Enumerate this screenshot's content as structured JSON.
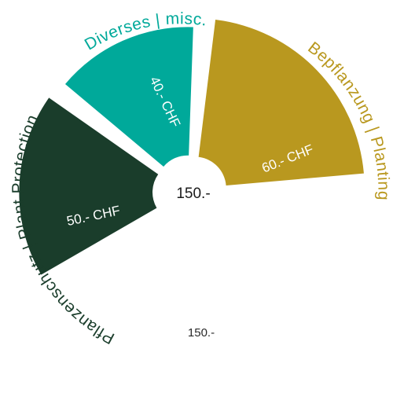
{
  "chart_data": {
    "type": "pie",
    "center_label": "150.-",
    "bottom_label": "150.-",
    "segments": [
      {
        "category": "Pflanzenschutz | Plant Protection",
        "value": 50,
        "value_label": "50.- CHF",
        "color": "#1a3d2b"
      },
      {
        "category": "Diverses | misc.",
        "value": 40,
        "value_label": "40.- CHF",
        "color": "#00a99a"
      },
      {
        "category": "Bepflanzung | Planting",
        "value": 60,
        "value_label": "60.- CHF",
        "color": "#b9981f"
      }
    ]
  }
}
